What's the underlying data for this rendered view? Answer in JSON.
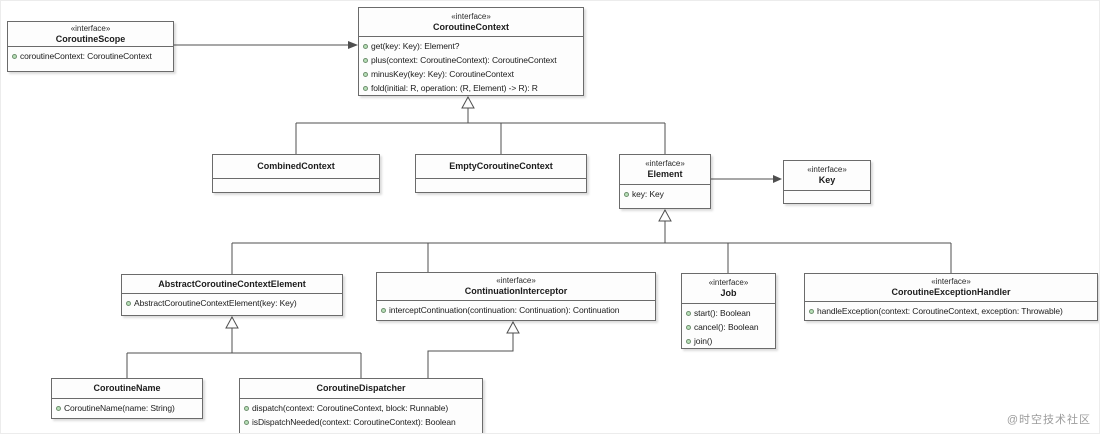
{
  "diagram": {
    "title": "Kotlin coroutine context UML class diagram",
    "watermark": "@时空技术社区",
    "colors": {
      "box_background": "#fdfdfd",
      "box_border": "#6b6b6b",
      "line": "#4f4f4f",
      "text": "#1c1c1c",
      "watermark_text": "#9c9c9c"
    },
    "classes": [
      {
        "id": "coroutine-scope",
        "stereotype": "«interface»",
        "name": "CoroutineScope",
        "members": [
          "coroutineContext: CoroutineContext"
        ]
      },
      {
        "id": "coroutine-context",
        "stereotype": "«interface»",
        "name": "CoroutineContext",
        "members": [
          "get(key: Key): Element?",
          "plus(context: CoroutineContext): CoroutineContext",
          "minusKey(key: Key): CoroutineContext",
          "fold(initial: R, operation: (R, Element) -> R): R"
        ]
      },
      {
        "id": "combined-context",
        "stereotype": "",
        "name": "CombinedContext",
        "members": []
      },
      {
        "id": "empty-coroutine-context",
        "stereotype": "",
        "name": "EmptyCoroutineContext",
        "members": []
      },
      {
        "id": "element",
        "stereotype": "«interface»",
        "name": "Element",
        "members": [
          "key: Key"
        ]
      },
      {
        "id": "key",
        "stereotype": "«interface»",
        "name": "Key",
        "members": []
      },
      {
        "id": "abstract-coroutine-context-element",
        "stereotype": "",
        "name": "AbstractCoroutineContextElement",
        "members": [
          "AbstractCoroutineContextElement(key: Key)"
        ]
      },
      {
        "id": "continuation-interceptor",
        "stereotype": "«interface»",
        "name": "ContinuationInterceptor",
        "members": [
          "interceptContinuation(continuation: Continuation): Continuation"
        ]
      },
      {
        "id": "job",
        "stereotype": "«interface»",
        "name": "Job",
        "members": [
          "start(): Boolean",
          "cancel(): Boolean",
          "join()"
        ]
      },
      {
        "id": "coroutine-exception-handler",
        "stereotype": "«interface»",
        "name": "CoroutineExceptionHandler",
        "members": [
          "handleException(context: CoroutineContext, exception: Throwable)"
        ]
      },
      {
        "id": "coroutine-name",
        "stereotype": "",
        "name": "CoroutineName",
        "members": [
          "CoroutineName(name: String)"
        ]
      },
      {
        "id": "coroutine-dispatcher",
        "stereotype": "",
        "name": "CoroutineDispatcher",
        "members": [
          "dispatch(context: CoroutineContext, block: Runnable)",
          "isDispatchNeeded(context: CoroutineContext): Boolean"
        ]
      }
    ],
    "relations": [
      {
        "from": "CoroutineScope",
        "to": "CoroutineContext",
        "type": "association-arrow"
      },
      {
        "from": "CombinedContext",
        "to": "CoroutineContext",
        "type": "generalization"
      },
      {
        "from": "EmptyCoroutineContext",
        "to": "CoroutineContext",
        "type": "generalization"
      },
      {
        "from": "Element",
        "to": "CoroutineContext",
        "type": "generalization"
      },
      {
        "from": "Element",
        "to": "Key",
        "type": "association-arrow"
      },
      {
        "from": "AbstractCoroutineContextElement",
        "to": "Element",
        "type": "generalization"
      },
      {
        "from": "ContinuationInterceptor",
        "to": "Element",
        "type": "generalization"
      },
      {
        "from": "Job",
        "to": "Element",
        "type": "generalization"
      },
      {
        "from": "CoroutineExceptionHandler",
        "to": "Element",
        "type": "generalization"
      },
      {
        "from": "CoroutineName",
        "to": "AbstractCoroutineContextElement",
        "type": "generalization"
      },
      {
        "from": "CoroutineDispatcher",
        "to": "AbstractCoroutineContextElement",
        "type": "generalization"
      },
      {
        "from": "CoroutineDispatcher",
        "to": "ContinuationInterceptor",
        "type": "generalization"
      }
    ]
  }
}
